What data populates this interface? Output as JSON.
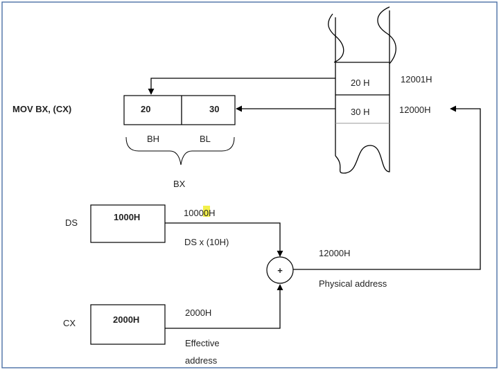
{
  "instruction": "MOV BX, (CX)",
  "bx_register": {
    "label": "BX",
    "bh": {
      "label": "BH",
      "value": "20"
    },
    "bl": {
      "label": "BL",
      "value": "30"
    }
  },
  "memory": {
    "cells": [
      {
        "value": "20 H",
        "address": "12001H"
      },
      {
        "value": "30 H",
        "address": "12000H"
      }
    ]
  },
  "ds": {
    "label": "DS",
    "value": "1000H",
    "shifted": "10000H",
    "shifted_highlight_char": "0",
    "shift_note": "DS x (10H)"
  },
  "cx": {
    "label": "CX",
    "value": "2000H",
    "effective_value": "2000H",
    "effective_note_line1": "Effective",
    "effective_note_line2": "address"
  },
  "adder": {
    "symbol": "+"
  },
  "physical": {
    "value": "12000H",
    "label": "Physical address"
  },
  "colors": {
    "frame": "#4a6fa5",
    "highlight": "#f3f04a"
  }
}
